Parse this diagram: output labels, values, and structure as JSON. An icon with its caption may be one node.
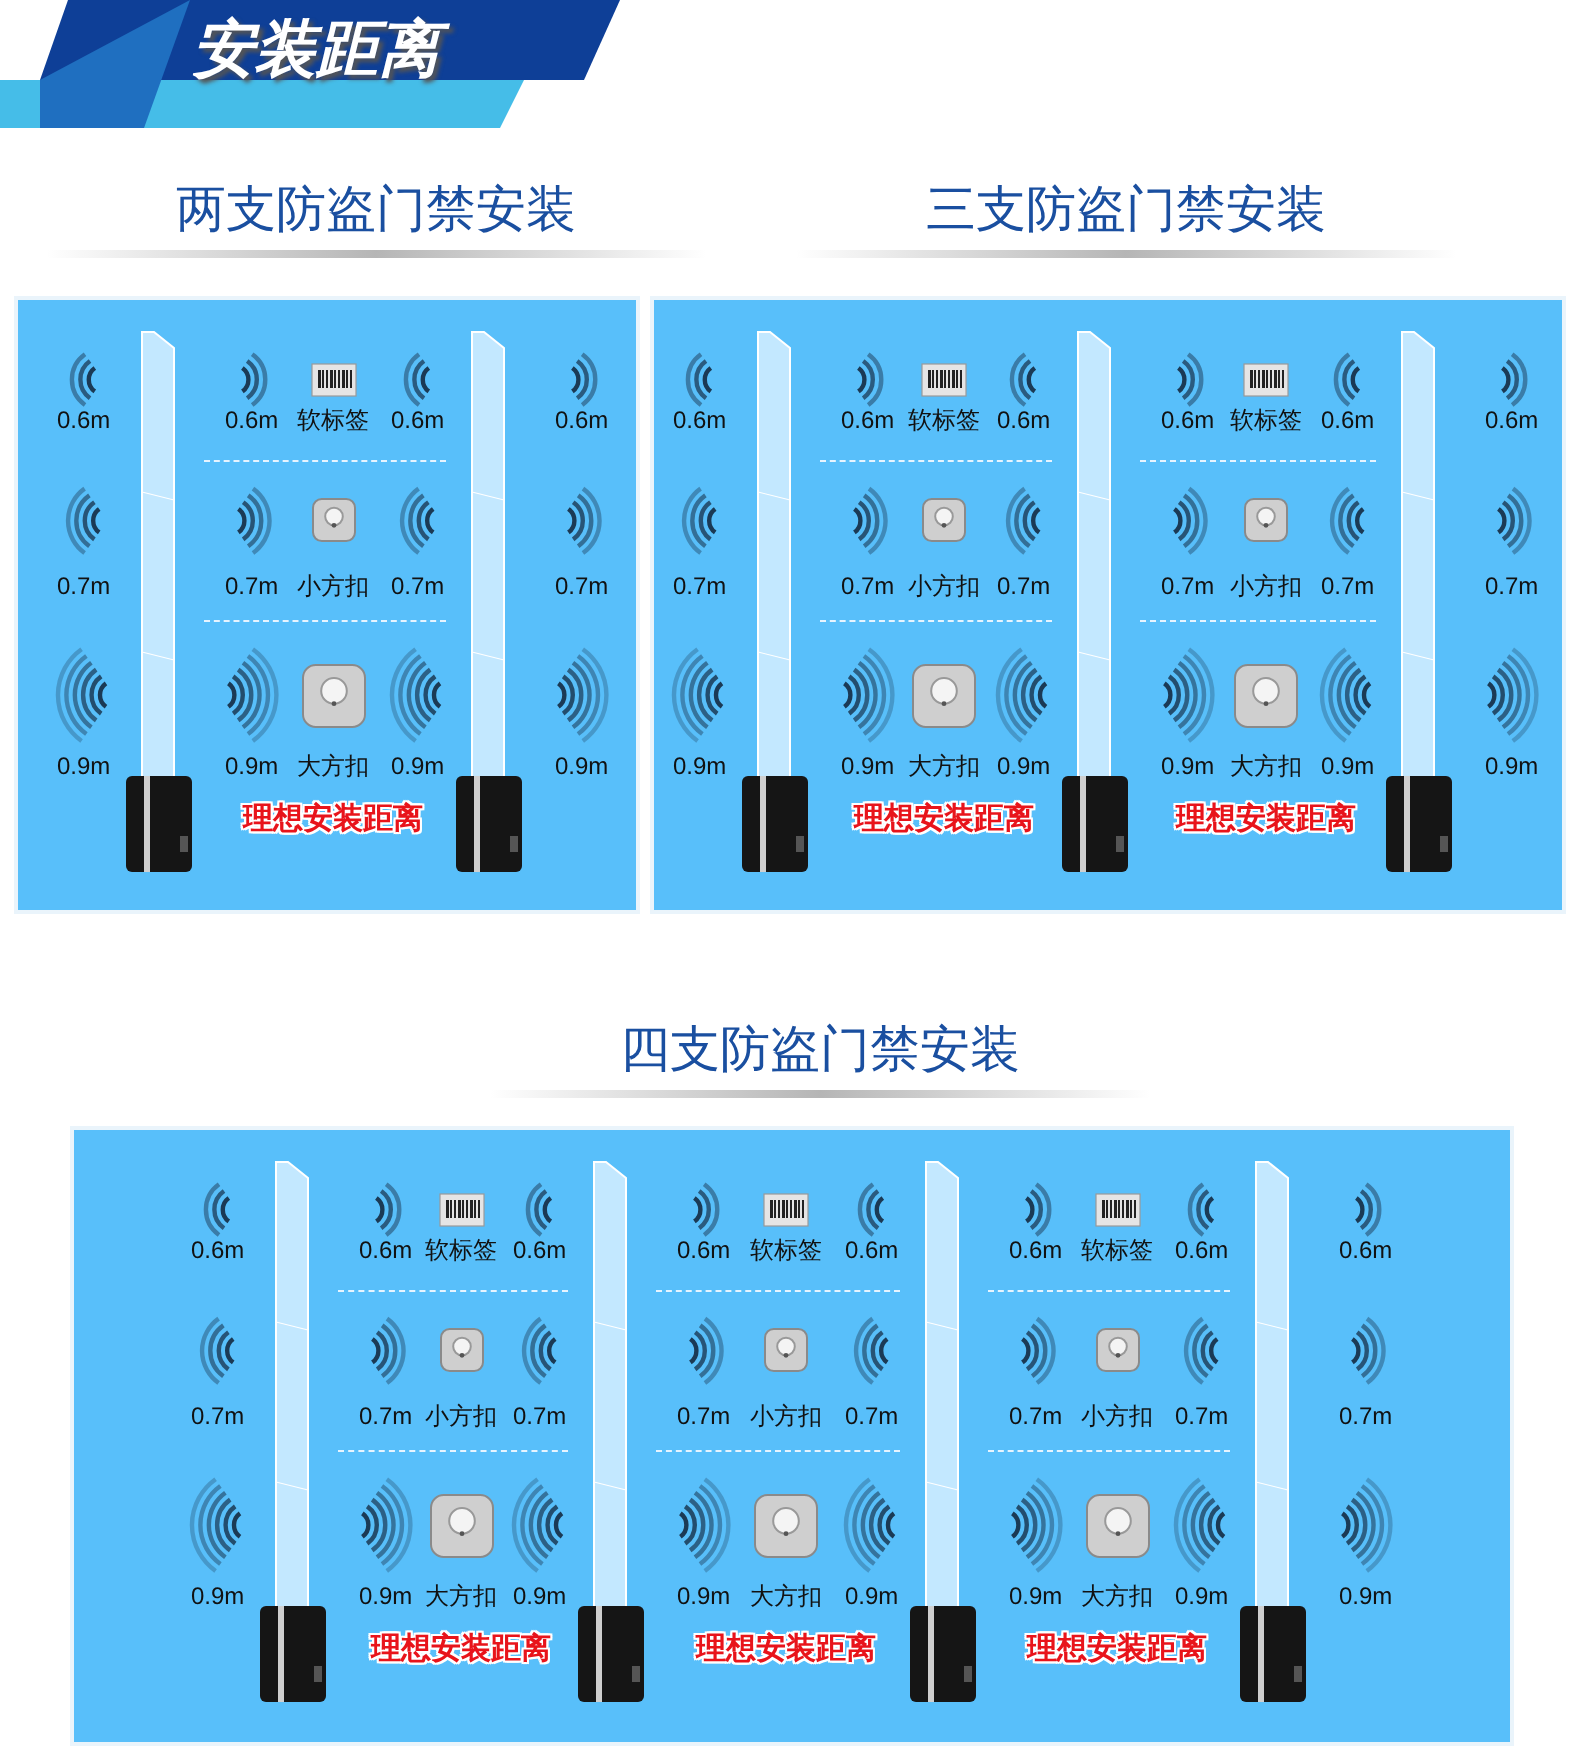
{
  "diagram": {
    "title": "安装距离",
    "nodes": [
      {
        "text": [
          "两支防盗门禁安装"
        ]
      },
      {
        "text": [
          "三支防盗门禁安装"
        ]
      },
      {
        "text": [
          "四支防盗门禁安装"
        ]
      }
    ],
    "labels": [
      "0.6m",
      "0.6m",
      "软标签",
      "0.6m",
      "0.6m",
      "0.7m",
      "0.7m",
      "小方扣",
      "0.7m",
      "0.7m",
      "0.9m",
      "0.9m",
      "大方扣",
      "0.9m",
      "0.9m",
      "理想安装距离",
      "0.6m",
      "0.6m",
      "软标签",
      "0.6m",
      "0.6m",
      "软标签",
      "0.6m",
      "0.6m",
      "0.7m",
      "0.7m",
      "小方扣",
      "0.7m",
      "0.7m",
      "小方扣",
      "0.7m",
      "0.7m",
      "0.9m",
      "0.9m",
      "大方扣",
      "0.9m",
      "0.9m",
      "大方扣",
      "0.9m",
      "0.9m",
      "理想安装距离",
      "理想安装距离",
      "0.6m",
      "0.6m",
      "软标签",
      "0.6m",
      "0.6m",
      "软标签",
      "0.6m",
      "0.6m",
      "软标签",
      "0.6m",
      "0.6m",
      "0.7m",
      "0.7m",
      "小方扣",
      "0.7m",
      "0.7m",
      "小方扣",
      "0.7m",
      "0.7m",
      "小方扣",
      "0.7m",
      "0.7m",
      "0.9m",
      "0.9m",
      "大方扣",
      "0.9m",
      "0.9m",
      "大方扣",
      "0.9m",
      "0.9m",
      "大方扣",
      "0.9m",
      "0.9m",
      "理想安装距离",
      "理想安装距离",
      "理想安装距离"
    ]
  }
}
